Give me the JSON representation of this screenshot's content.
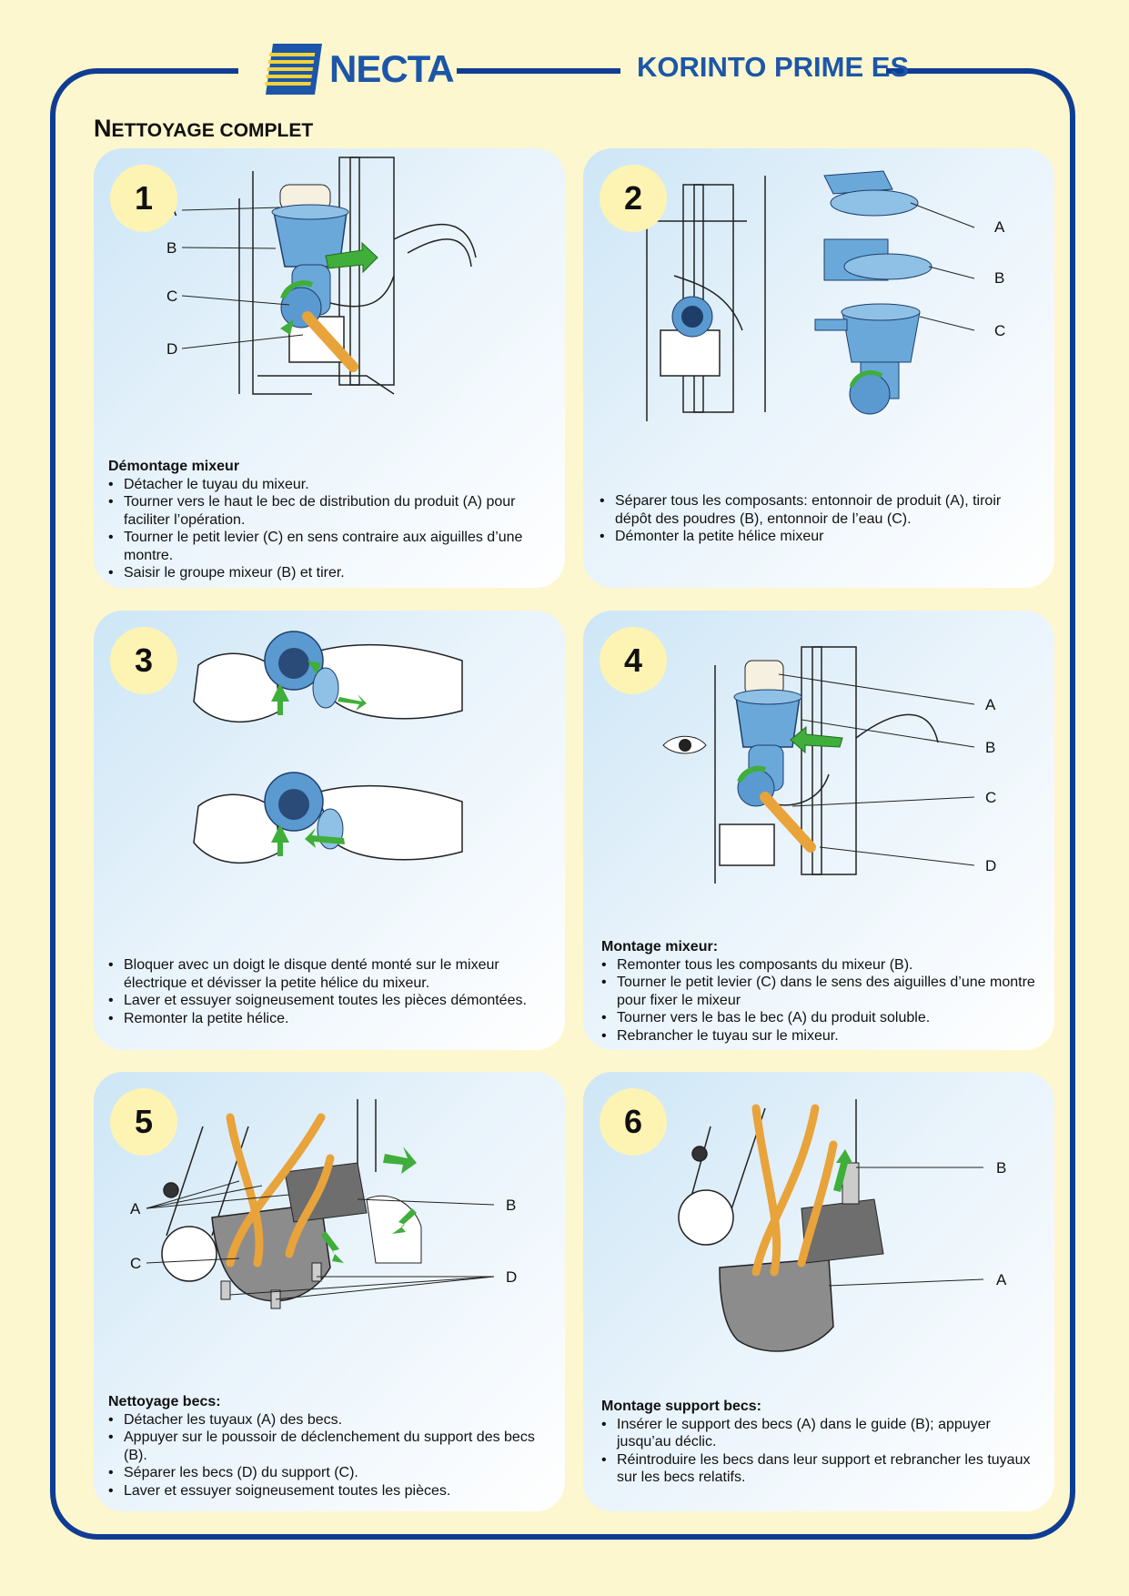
{
  "brand": {
    "name": "NECTA"
  },
  "header": {
    "model": "KORINTO PRIME ES"
  },
  "section": {
    "title_first": "N",
    "title_rest": "ETTOYAGE COMPLET"
  },
  "steps": [
    {
      "number": "1",
      "heading": "Démontage mixeur",
      "items": [
        "Détacher le tuyau du mixeur.",
        "Tourner vers le haut le bec de distribution du produit (A) pour faciliter l’opération.",
        "Tourner le petit levier (C) en sens contraire aux aiguilles d’une montre.",
        "Saisir le groupe mixeur (B) et tirer."
      ],
      "labels": [
        "A",
        "B",
        "C",
        "D"
      ]
    },
    {
      "number": "2",
      "heading": "",
      "items": [
        "Séparer tous les composants: entonnoir de produit (A), tiroir dépôt des poudres (B), entonnoir de l’eau (C).",
        "Démonter la petite hélice mixeur"
      ],
      "labels": [
        "A",
        "B",
        "C"
      ]
    },
    {
      "number": "3",
      "heading": "",
      "items": [
        "Bloquer avec un doigt le disque denté monté sur le mixeur électrique et dévisser la petite hélice du mixeur.",
        "Laver et essuyer soigneusement toutes les pièces démontées.",
        "Remonter la petite hélice."
      ],
      "labels": []
    },
    {
      "number": "4",
      "heading": "Montage mixeur:",
      "items": [
        "Remonter tous les composants du mixeur (B).",
        "Tourner le petit levier (C) dans le sens des aiguilles d’une montre pour fixer le mixeur",
        "Tourner vers le bas le bec (A) du produit soluble.",
        "Rebrancher le tuyau sur le mixeur."
      ],
      "labels": [
        "A",
        "B",
        "C",
        "D"
      ]
    },
    {
      "number": "5",
      "heading": "Nettoyage becs:",
      "items": [
        "Détacher les tuyaux (A) des becs.",
        "Appuyer sur le poussoir de déclenchement du support des becs (B).",
        "Séparer les becs (D) du support (C).",
        "Laver et essuyer soigneusement toutes les pièces."
      ],
      "labels": [
        "A",
        "B",
        "C",
        "D"
      ]
    },
    {
      "number": "6",
      "heading": "Montage support becs:",
      "items": [
        "Insérer le support des becs (A) dans le guide (B); appuyer jusqu’au déclic.",
        "Réintroduire les becs dans leur support et rebrancher les tuyaux sur les becs relatifs."
      ],
      "labels": [
        "B",
        "A"
      ]
    }
  ],
  "colors": {
    "frame": "#0F3D93",
    "brand_blue": "#1C56A8",
    "background": "#FDF7CF",
    "number_badge": "#FDF4B4",
    "part_blue": "#6AA8DA",
    "arrow_green": "#3FAE3A",
    "tube_orange": "#E8A33A"
  }
}
